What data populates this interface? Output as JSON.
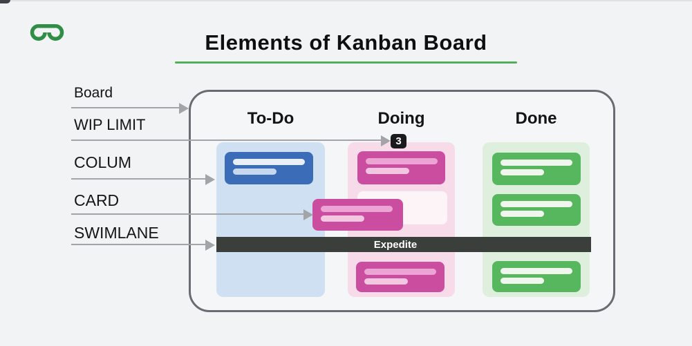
{
  "header": {
    "title": "Elements of Kanban Board"
  },
  "logo": {
    "name": "geeksforgeeks-logo"
  },
  "annotations": {
    "board_label": "Board",
    "wip_limit_label": "WIP LIMIT",
    "column_label": "COLUM",
    "card_label": "CARD",
    "swimlane_label": "SWIMLANE"
  },
  "board": {
    "columns": [
      {
        "id": "todo",
        "header": "To-Do",
        "cards_above_swimlane": 1,
        "cards_below_swimlane": 0
      },
      {
        "id": "doing",
        "header": "Doing",
        "wip_limit": "3",
        "cards_above_swimlane": 3,
        "cards_below_swimlane": 1
      },
      {
        "id": "done",
        "header": "Done",
        "cards_above_swimlane": 2,
        "cards_below_swimlane": 1
      }
    ],
    "wip_limit_value": "3",
    "swimlane_text": "Expedite"
  },
  "colors": {
    "page_bg": "#f1f3f5",
    "board_bg": "#f5f6f8",
    "accent_green": "#53ae57",
    "logo_green": "#2f8d46",
    "arrow": "#a2a4a8",
    "todo_col": "#cfe0f3",
    "blue_card": "#3b6cb7",
    "doing_col": "#f8dbe9",
    "pink_card": "#ca4d9f",
    "done_col": "#deefde",
    "green_card": "#57b75f",
    "swimlane": "#3a3f3b"
  }
}
